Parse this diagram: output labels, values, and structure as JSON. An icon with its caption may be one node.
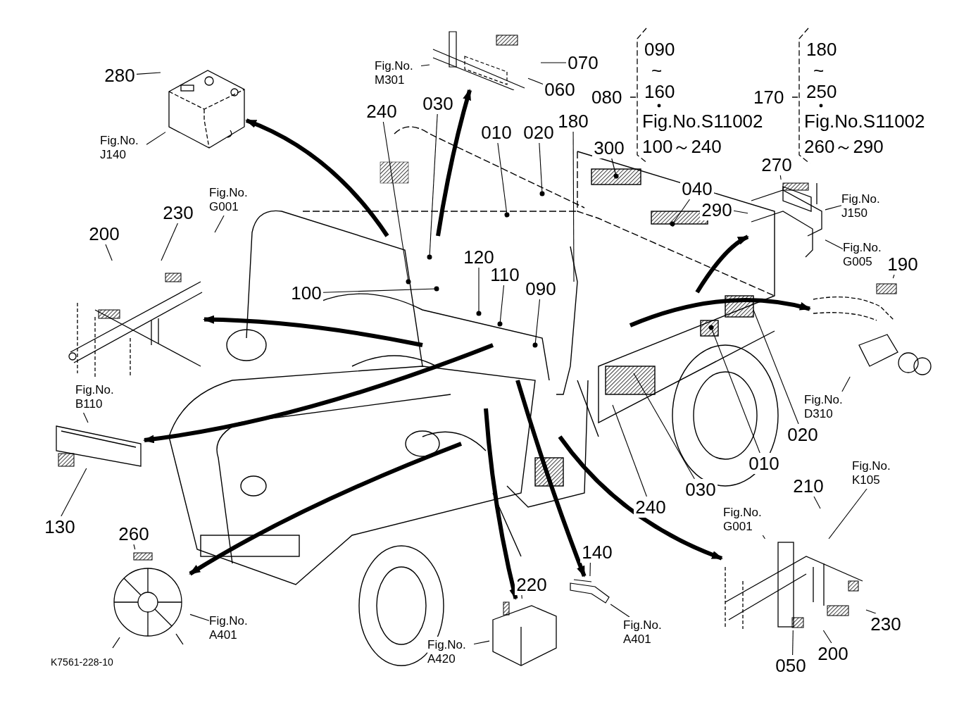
{
  "diagram": {
    "nodes": [
      {
        "text": [
          "280"
        ]
      },
      {
        "text": [
          "Fig.No. J140"
        ]
      },
      {
        "text": [
          "Fig.No. M301"
        ]
      },
      {
        "text": [
          "070"
        ]
      },
      {
        "text": [
          "060"
        ]
      },
      {
        "text": [
          "240"
        ]
      },
      {
        "text": [
          "030"
        ]
      },
      {
        "text": [
          "180"
        ]
      },
      {
        "text": [
          "010"
        ]
      },
      {
        "text": [
          "020"
        ]
      },
      {
        "text": [
          "300"
        ]
      },
      {
        "text": [
          "040"
        ]
      },
      {
        "text": [
          "270"
        ]
      },
      {
        "text": [
          "290"
        ]
      },
      {
        "text": [
          "Fig.No. J150"
        ]
      },
      {
        "text": [
          "Fig.No. G005"
        ]
      },
      {
        "text": [
          "190"
        ]
      },
      {
        "text": [
          "Fig.No. G001"
        ]
      },
      {
        "text": [
          "230"
        ]
      },
      {
        "text": [
          "200"
        ]
      },
      {
        "text": [
          "100"
        ]
      },
      {
        "text": [
          "120"
        ]
      },
      {
        "text": [
          "110"
        ]
      },
      {
        "text": [
          "090"
        ]
      },
      {
        "text": [
          "Fig.No. D310"
        ]
      },
      {
        "text": [
          "020"
        ]
      },
      {
        "text": [
          "010"
        ]
      },
      {
        "text": [
          "030"
        ]
      },
      {
        "text": [
          "240"
        ]
      },
      {
        "text": [
          "Fig.No. B110"
        ]
      },
      {
        "text": [
          "130"
        ]
      },
      {
        "text": [
          "260"
        ]
      },
      {
        "text": [
          "210"
        ]
      },
      {
        "text": [
          "Fig.No. K105"
        ]
      },
      {
        "text": [
          "Fig.No. G001"
        ]
      },
      {
        "text": [
          "140"
        ]
      },
      {
        "text": [
          "220"
        ]
      },
      {
        "text": [
          "Fig.No. A401"
        ]
      },
      {
        "text": [
          "Fig.No. A401"
        ]
      },
      {
        "text": [
          "230"
        ]
      },
      {
        "text": [
          "Fig.No. A420"
        ]
      },
      {
        "text": [
          "200"
        ]
      },
      {
        "text": [
          "050"
        ]
      },
      {
        "text": [],
        "shape": "picture"
      },
      {
        "text": [],
        "shape": "picture"
      },
      {
        "text": [],
        "shape": "picture"
      },
      {
        "text": [],
        "shape": "picture"
      },
      {
        "text": [],
        "shape": "picture"
      },
      {
        "text": [],
        "shape": "picture"
      },
      {
        "text": [],
        "shape": "picture"
      },
      {
        "text": [],
        "shape": "picture"
      },
      {
        "text": [],
        "shape": "picture"
      },
      {
        "text": [],
        "shape": "picture"
      }
    ],
    "edges": [
      {
        "from": 0,
        "to": null,
        "arrow": "none"
      },
      {
        "from": 1,
        "to": 43,
        "arrow": "none"
      },
      {
        "from": 2,
        "to": 44,
        "arrow": "none"
      },
      {
        "from": 3,
        "to": null,
        "arrow": "none"
      },
      {
        "from": 4,
        "to": 44,
        "arrow": "none"
      },
      {
        "from": 5,
        "to": null,
        "arrow": "other"
      },
      {
        "from": 6,
        "to": null,
        "arrow": "other"
      },
      {
        "from": 7,
        "to": null,
        "arrow": "none"
      },
      {
        "from": 8,
        "to": null,
        "arrow": "other"
      },
      {
        "from": 9,
        "to": null,
        "arrow": "other"
      },
      {
        "from": 10,
        "to": null,
        "arrow": "other"
      },
      {
        "from": 11,
        "to": null,
        "arrow": "other"
      },
      {
        "from": 12,
        "to": 51,
        "arrow": "none"
      },
      {
        "from": 13,
        "to": 51,
        "arrow": "none"
      },
      {
        "from": 14,
        "to": 51,
        "arrow": "none"
      },
      {
        "from": 15,
        "to": 51,
        "arrow": "none"
      },
      {
        "from": 16,
        "to": 52,
        "arrow": "none"
      },
      {
        "from": 17,
        "to": null,
        "arrow": "none"
      },
      {
        "from": 18,
        "to": 45,
        "arrow": "none"
      },
      {
        "from": 19,
        "to": 45,
        "arrow": "none"
      },
      {
        "from": 20,
        "to": null,
        "arrow": "other"
      },
      {
        "from": 21,
        "to": null,
        "arrow": "other"
      },
      {
        "from": 22,
        "to": null,
        "arrow": "other"
      },
      {
        "from": 23,
        "to": null,
        "arrow": "other"
      },
      {
        "from": 24,
        "to": 52,
        "arrow": "none"
      },
      {
        "from": 25,
        "to": null,
        "arrow": "none"
      },
      {
        "from": 26,
        "to": null,
        "arrow": "other"
      },
      {
        "from": 27,
        "to": null,
        "arrow": "none"
      },
      {
        "from": 28,
        "to": null,
        "arrow": "none"
      },
      {
        "from": 29,
        "to": 46,
        "arrow": "none"
      },
      {
        "from": 30,
        "to": 46,
        "arrow": "none"
      },
      {
        "from": 31,
        "to": 47,
        "arrow": "none"
      },
      {
        "from": 32,
        "to": null,
        "arrow": "none"
      },
      {
        "from": 33,
        "to": 50,
        "arrow": "none"
      },
      {
        "from": 34,
        "to": 50,
        "arrow": "none"
      },
      {
        "from": 35,
        "to": 49,
        "arrow": "none"
      },
      {
        "from": 36,
        "to": 48,
        "arrow": "none"
      },
      {
        "from": 37,
        "to": 47,
        "arrow": "none"
      },
      {
        "from": 38,
        "to": 49,
        "arrow": "none"
      },
      {
        "from": 39,
        "to": 50,
        "arrow": "none"
      },
      {
        "from": 40,
        "to": 48,
        "arrow": "none"
      },
      {
        "from": 41,
        "to": 50,
        "arrow": "none"
      },
      {
        "from": 42,
        "to": 50,
        "arrow": "none"
      },
      {
        "from": null,
        "to": 43,
        "arrow": "to",
        "style": "thick"
      },
      {
        "from": null,
        "to": 44,
        "arrow": "to",
        "style": "thick"
      },
      {
        "from": null,
        "to": 45,
        "arrow": "to",
        "style": "thick"
      },
      {
        "from": null,
        "to": 46,
        "arrow": "to",
        "style": "thick"
      },
      {
        "from": null,
        "to": 47,
        "arrow": "to",
        "style": "thick"
      },
      {
        "from": null,
        "to": 48,
        "arrow": "to",
        "style": "thick"
      },
      {
        "from": null,
        "to": 49,
        "arrow": "to",
        "style": "thick"
      },
      {
        "from": null,
        "to": 50,
        "arrow": "to",
        "style": "thick"
      },
      {
        "from": null,
        "to": 51,
        "arrow": "to",
        "style": "thick"
      },
      {
        "from": null,
        "to": 52,
        "arrow": "to",
        "style": "thick"
      }
    ],
    "labels": [
      "080",
      "090",
      "~",
      "160",
      "Fig.No.S11002",
      "100～240",
      "170",
      "180",
      "~",
      "250",
      "Fig.No.S11002",
      "260～290",
      "K7561-228-10"
    ]
  }
}
